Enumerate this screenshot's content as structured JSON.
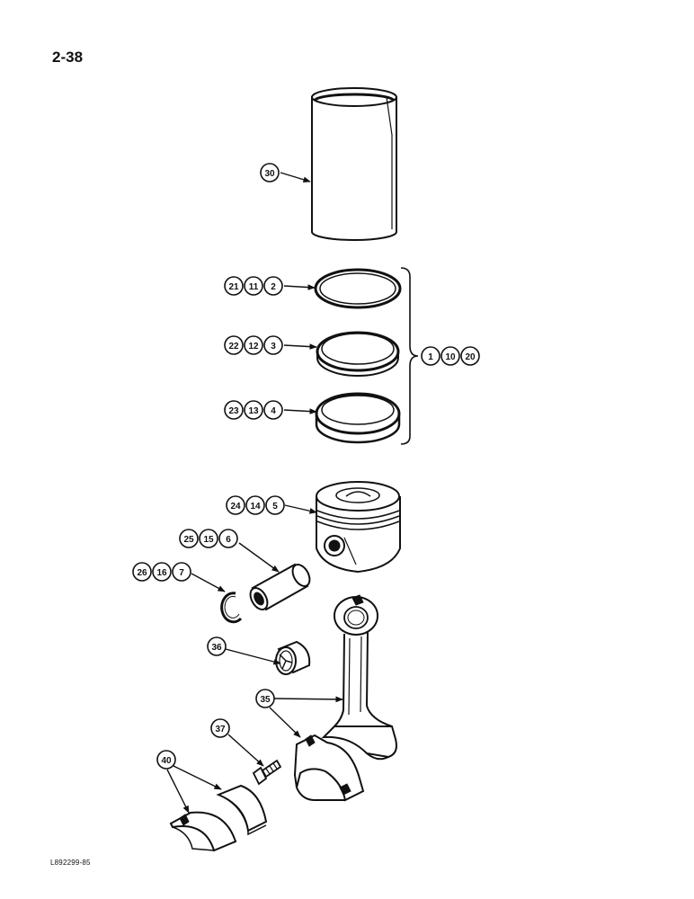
{
  "page": {
    "number": "2-38",
    "figure_id": "L892299-85"
  },
  "callouts": {
    "c30": "30",
    "c21": "21",
    "c11": "11",
    "c2": "2",
    "c22": "22",
    "c12": "12",
    "c3": "3",
    "c23": "23",
    "c13": "13",
    "c4": "4",
    "c1": "1",
    "c10": "10",
    "c20": "20",
    "c24": "24",
    "c14": "14",
    "c5": "5",
    "c25": "25",
    "c15": "15",
    "c6": "6",
    "c26": "26",
    "c16": "16",
    "c7": "7",
    "c36": "36",
    "c35": "35",
    "c37": "37",
    "c40": "40"
  },
  "parts": {
    "cylinder_sleeve": "cylinder-sleeve-icon",
    "piston_ring": "piston-ring-icon",
    "piston": "piston-icon",
    "piston_pin": "piston-pin-icon",
    "retaining_ring": "snap-ring-icon",
    "bushing": "bushing-icon",
    "connecting_rod": "connecting-rod-icon",
    "rod_bolt": "bolt-icon",
    "bearing_shells": "bearing-shell-icon"
  },
  "colors": {
    "ink": "#111111",
    "paper": "#ffffff"
  }
}
